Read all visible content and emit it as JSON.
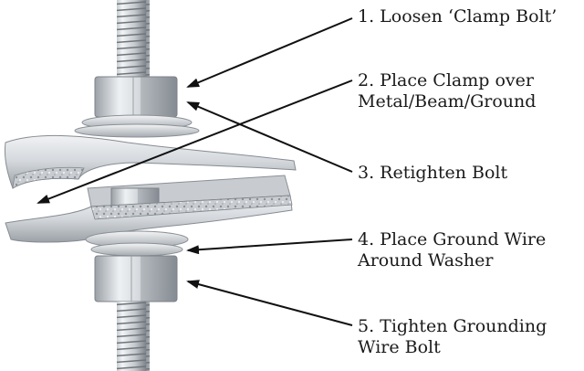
{
  "steps": [
    {
      "lines": [
        "1. Loosen ‘Clamp Bolt’"
      ]
    },
    {
      "lines": [
        "2. Place Clamp over",
        "Metal/Beam/Ground"
      ]
    },
    {
      "lines": [
        "3. Retighten Bolt"
      ]
    },
    {
      "lines": [
        "4. Place Ground Wire",
        "Around Washer"
      ]
    },
    {
      "lines": [
        "5. Tighten Grounding",
        "Wire Bolt"
      ]
    }
  ],
  "colors": {
    "metal_light": "#e6e9ec",
    "metal_mid": "#b9bec4",
    "metal_dark": "#7f858c",
    "arrow": "#111111",
    "text": "#1a1a1a"
  }
}
